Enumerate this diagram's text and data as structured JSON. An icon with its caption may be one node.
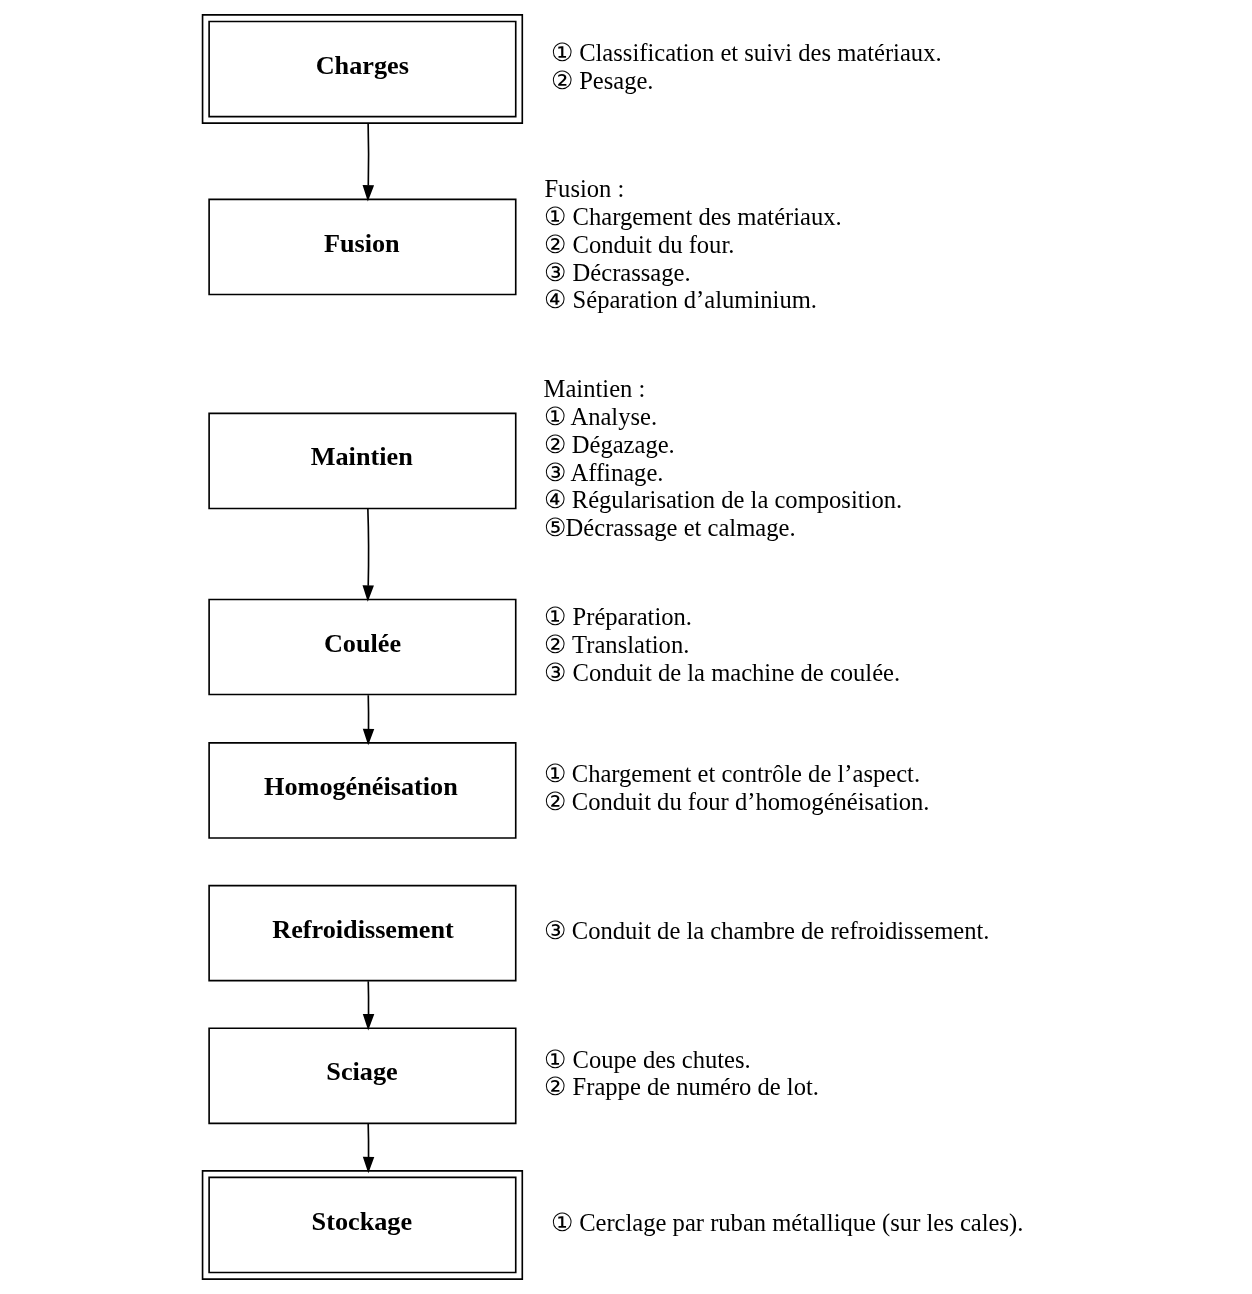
{
  "diagram": {
    "nodes": [
      {
        "text": [
          "Charges"
        ],
        "beside": [
          "① Classification et suivi des matériaux.",
          "② Pesage."
        ]
      },
      {
        "text": [
          "Fusion"
        ],
        "beside": [
          "Fusion :",
          "① Chargement des matériaux.",
          "② Conduit du four.",
          "③ Décrassage.",
          "④ Séparation d’aluminium."
        ]
      },
      {
        "text": [
          "Maintien"
        ],
        "beside": [
          "Maintien :",
          "① Analyse.",
          "② Dégazage.",
          "③ Affinage.",
          "④ Régularisation de la composition.",
          "⑤Décrassage et calmage."
        ]
      },
      {
        "text": [
          "Coulée"
        ],
        "beside": [
          "① Préparation.",
          "② Translation.",
          "③ Conduit de la machine de coulée."
        ]
      },
      {
        "text": [
          "Homogénéisation"
        ],
        "beside": [
          "① Chargement et contrôle de l’aspect.",
          "② Conduit du four d’homogénéisation."
        ]
      },
      {
        "text": [
          "Refroidissement"
        ],
        "beside": [
          "③ Conduit de la chambre de refroidissement."
        ]
      },
      {
        "text": [
          "Sciage"
        ],
        "beside": [
          "① Coupe des chutes.",
          "② Frappe de numéro de lot."
        ]
      },
      {
        "text": [
          "Stockage"
        ],
        "beside": [
          "① Cerclage par ruban métallique (sur les cales)."
        ]
      }
    ],
    "edges": [
      {
        "from": 0,
        "to": 1,
        "arrow": "to"
      },
      {
        "from": 2,
        "to": 3,
        "arrow": "to"
      },
      {
        "from": 3,
        "to": 4,
        "arrow": "to"
      },
      {
        "from": 5,
        "to": 6,
        "arrow": "to"
      },
      {
        "from": 6,
        "to": 7,
        "arrow": "to"
      }
    ]
  }
}
